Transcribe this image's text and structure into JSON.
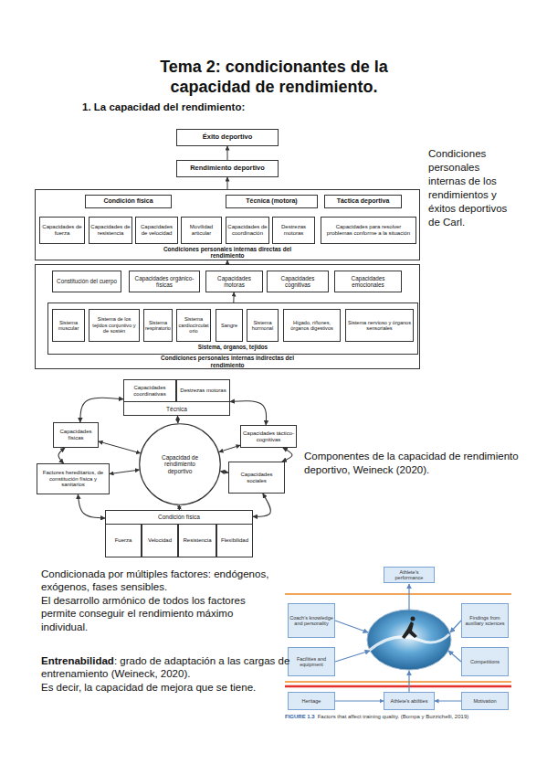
{
  "diagram": {
    "title": "Tema 2: condicionantes de la capacidad de rendimiento.",
    "nodes": [
      {
        "text": [
          "Éxito deportivo"
        ]
      },
      {
        "text": [
          "Rendimiento deportivo"
        ]
      },
      {
        "text": [
          "Condiciones personales internas directas del rendimiento"
        ]
      },
      {
        "text": [
          "Condición física"
        ],
        "in": 2
      },
      {
        "text": [
          "Técnica (motora)"
        ],
        "in": 2
      },
      {
        "text": [
          "Táctica deportiva"
        ],
        "in": 2
      },
      {
        "text": [
          "Capacidades de fuerza"
        ],
        "in": 2
      },
      {
        "text": [
          "Capacidades de resistencia"
        ],
        "in": 2
      },
      {
        "text": [
          "Capacidades de velocidad"
        ],
        "in": 2
      },
      {
        "text": [
          "Movilidad articular"
        ],
        "in": 2
      },
      {
        "text": [
          "Capacidades de coordinación"
        ],
        "in": 2
      },
      {
        "text": [
          "Destrezas motoras"
        ],
        "in": 2
      },
      {
        "text": [
          "Capacidades para resolver problemas conforme a la situación"
        ],
        "in": 2
      },
      {
        "text": [
          "Condiciones personales internas indirectas del rendimiento"
        ]
      },
      {
        "text": [
          "Constitución del cuerpo"
        ],
        "in": 13
      },
      {
        "text": [
          "Capacidades orgánico-físicas"
        ],
        "in": 13
      },
      {
        "text": [
          "Capacidades motoras"
        ],
        "in": 13
      },
      {
        "text": [
          "Capacidades cognitivas"
        ],
        "in": 13
      },
      {
        "text": [
          "Capacidades emocionales"
        ],
        "in": 13
      },
      {
        "text": [
          "Sistema, órganos, tejidos"
        ],
        "in": 13
      },
      {
        "text": [
          "Sistema muscular"
        ],
        "in": 19
      },
      {
        "text": [
          "Sistema de los tejidos conjuntivo y de sostén"
        ],
        "in": 19
      },
      {
        "text": [
          "Sistema respiratorio"
        ],
        "in": 19
      },
      {
        "text": [
          "Sistema cardiocirculatorio"
        ],
        "in": 19
      },
      {
        "text": [
          "Sangre"
        ],
        "in": 19
      },
      {
        "text": [
          "Sistema hormonal"
        ],
        "in": 19
      },
      {
        "text": [
          "Hígado, riñones, órganos digestivos"
        ],
        "in": 19
      },
      {
        "text": [
          "Sistema nervioso y órganos sensoriales"
        ],
        "in": 19
      },
      {
        "text": [
          "Técnica"
        ]
      },
      {
        "text": [
          "Capacidades coordinativas"
        ],
        "in": 28
      },
      {
        "text": [
          "Destrezas motoras"
        ],
        "in": 28
      },
      {
        "text": [
          "Capacidades físicas"
        ]
      },
      {
        "text": [
          "Capacidad de rendimiento deportivo"
        ]
      },
      {
        "text": [
          "Capacidades táctico-cognitivas"
        ]
      },
      {
        "text": [
          "Factores hereditarios, de constitución física y sanitarios"
        ]
      },
      {
        "text": [
          "Capacidades sociales"
        ]
      },
      {
        "text": [
          "Condición física"
        ]
      },
      {
        "text": [
          "Fuerza"
        ],
        "in": 36
      },
      {
        "text": [
          "Velocidad"
        ],
        "in": 36
      },
      {
        "text": [
          "Resistencia"
        ],
        "in": 36
      },
      {
        "text": [
          "Flexibilidad"
        ],
        "in": 36
      },
      {
        "text": [
          "Athlete's performance"
        ]
      },
      {
        "text": [
          "Coach's knowledge and personality"
        ]
      },
      {
        "text": [
          "Findings from auxiliary sciences"
        ]
      },
      {
        "text": [
          "Facilities and equipment"
        ]
      },
      {
        "text": [
          "Competitions"
        ]
      },
      {
        "text": [
          "Heritage"
        ]
      },
      {
        "text": [
          "Athlete's abilities"
        ]
      },
      {
        "text": [
          "Motivation"
        ]
      }
    ],
    "edges": [
      {
        "from": 1,
        "to": 0,
        "arrow": "to"
      },
      {
        "from": 2,
        "to": 1,
        "arrow": "to"
      },
      {
        "from": 13,
        "to": 2,
        "arrow": "to"
      },
      {
        "from": 19,
        "to": 16,
        "arrow": "to"
      },
      {
        "from": 32,
        "to": 28,
        "arrow": "both"
      },
      {
        "from": 32,
        "to": 31,
        "arrow": "both"
      },
      {
        "from": 32,
        "to": 33,
        "arrow": "both"
      },
      {
        "from": 32,
        "to": 34,
        "arrow": "both"
      },
      {
        "from": 32,
        "to": 35,
        "arrow": "both"
      },
      {
        "from": 32,
        "to": 36,
        "arrow": "both"
      },
      {
        "from": 28,
        "to": 33,
        "arrow": "both"
      },
      {
        "from": 33,
        "to": 35,
        "arrow": "both"
      },
      {
        "from": 35,
        "to": 36,
        "arrow": "both"
      },
      {
        "from": 36,
        "to": 34,
        "arrow": "both"
      },
      {
        "from": 34,
        "to": 31,
        "arrow": "both"
      },
      {
        "from": 31,
        "to": 28,
        "arrow": "both"
      },
      {
        "from": 46,
        "to": 47,
        "arrow": "to"
      },
      {
        "from": 48,
        "to": 47,
        "arrow": "to"
      }
    ],
    "labels": [
      "1. La capacidad del rendimiento:",
      "Condiciones personales internas de los rendimientos y éxitos deportivos de Carl.",
      "Componentes de la capacidad de rendimiento deportivo, Weineck (2020).",
      "Condicionada por múltiples factores: endógenos, exógenos, fases sensibles.",
      "El desarrollo armónico de todos los factores permite conseguir el rendimiento máximo individual.",
      "Entrenabilidad",
      ": grado de adaptación a las cargas de entrenamiento (Weineck, 2020).",
      "Es decir, la capacidad de mejora que se tiene.",
      "FIGURE 1.3",
      "Factors that affect training quality. (Bompa y Buzzichelli, 2019)"
    ]
  }
}
